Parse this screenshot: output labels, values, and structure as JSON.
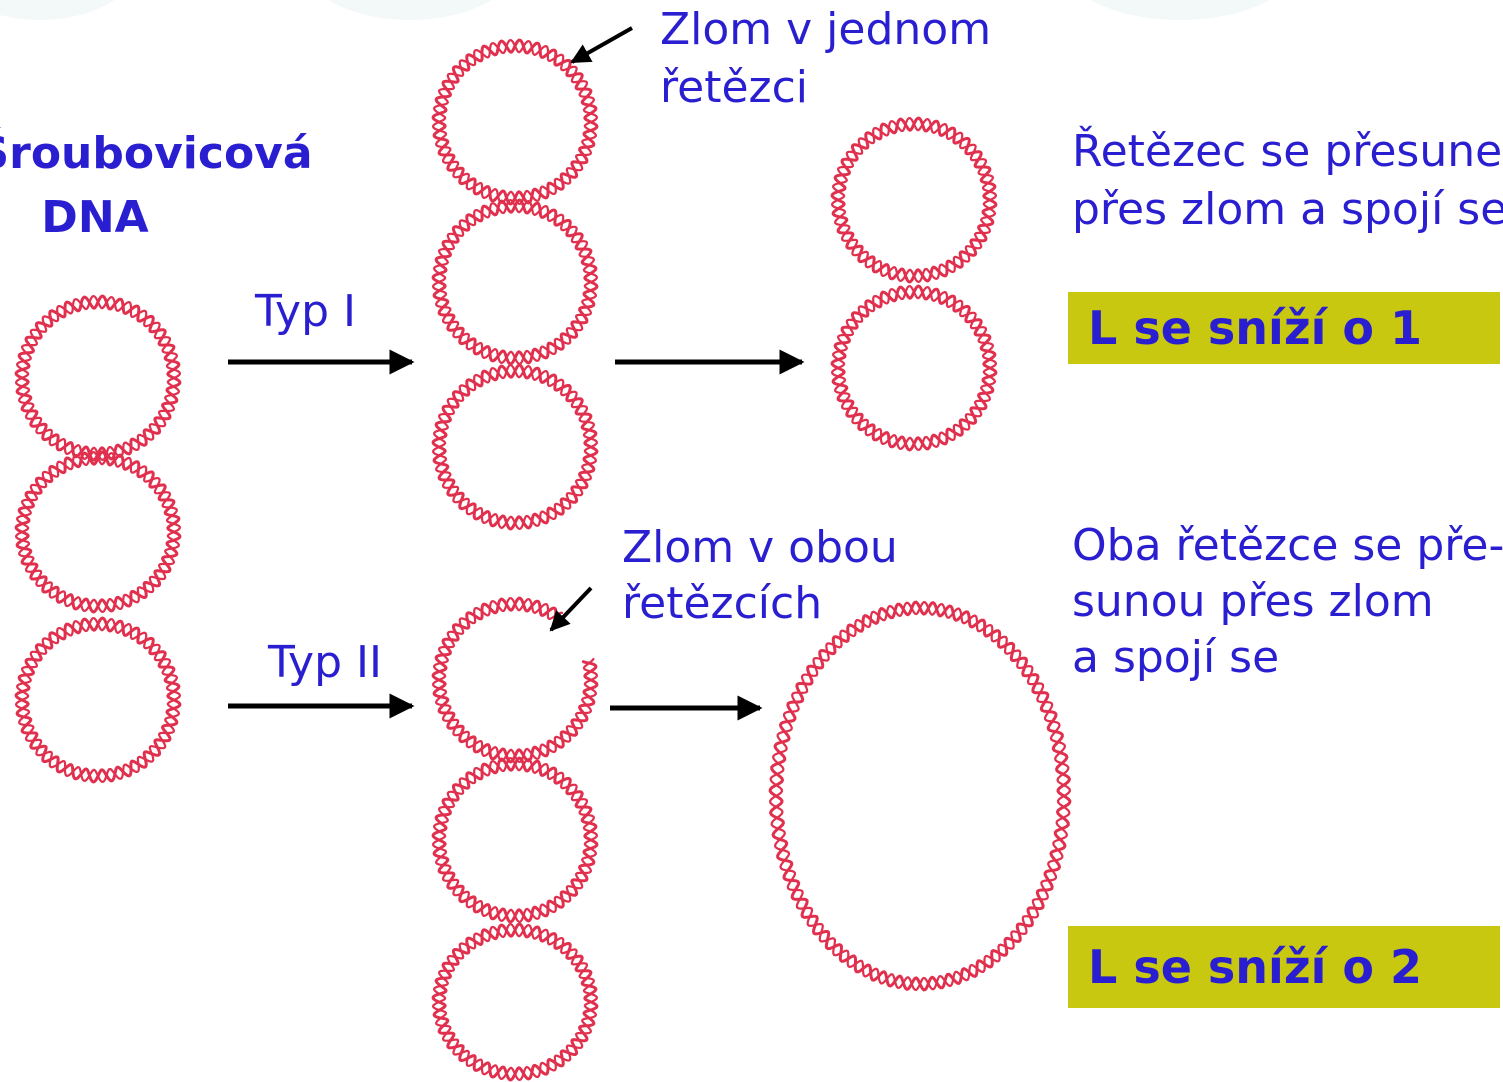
{
  "diagram": {
    "left_title": [
      "Šroubovicová",
      "DNA"
    ],
    "type1_label": "Typ I",
    "type2_label": "Typ II",
    "break1_note": [
      "Zlom v jednom",
      "řetězci"
    ],
    "break2_note": [
      "Zlom v obou",
      "řetězcích"
    ],
    "result1_text": [
      "Řetězec se přesune",
      "přes zlom a spojí se"
    ],
    "result1_badge": "L se sníží o 1",
    "result2_text": [
      "Oba řetězce se pře-",
      "sunou přes zlom",
      "a spojí se"
    ],
    "result2_badge": "L se sníží o 2"
  },
  "colors": {
    "text": "#2a1fd0",
    "badge_bg": "#c8c810",
    "strand": "#e0304e",
    "arrow": "#000000"
  }
}
